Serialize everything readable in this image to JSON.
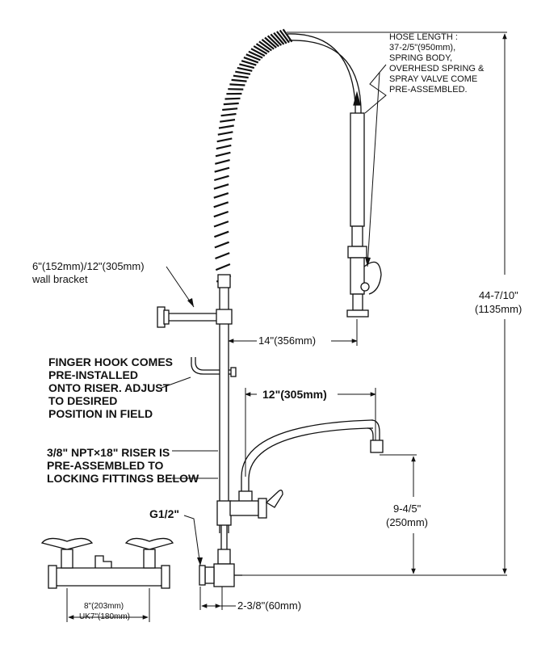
{
  "labels": {
    "hose_note": "HOSE LENGTH :\n37-2/5\"(950mm),\nSPRING BODY,\nOVERHESD SPRING &\nSPRAY VALVE COME\nPRE-ASSEMBLED.",
    "bracket_note": "6\"(152mm)/12\"(305mm)\nwall bracket",
    "height_total_in": "44-7/10\"",
    "height_total_mm": "(1135mm)",
    "reach_hose": "14\"(356mm)",
    "finger_hook_note": "FINGER HOOK COMES\nPRE-INSTALLED\nONTO RISER. ADJUST\nTO DESIRED\nPOSITION IN FIELD",
    "spout_reach": "12\"(305mm)",
    "riser_note": "3/8\" NPT×18\" RISER IS\nPRE-ASSEMBLED TO\nLOCKING FITTINGS BELOW",
    "spout_height_in": "9-4/5\"",
    "spout_height_mm": "(250mm)",
    "inlet_thread": "G1/2\"",
    "center_std": "8\"(203mm)",
    "center_uk": "UK7\"(180mm)",
    "offset": "2-3/8\"(60mm)"
  }
}
